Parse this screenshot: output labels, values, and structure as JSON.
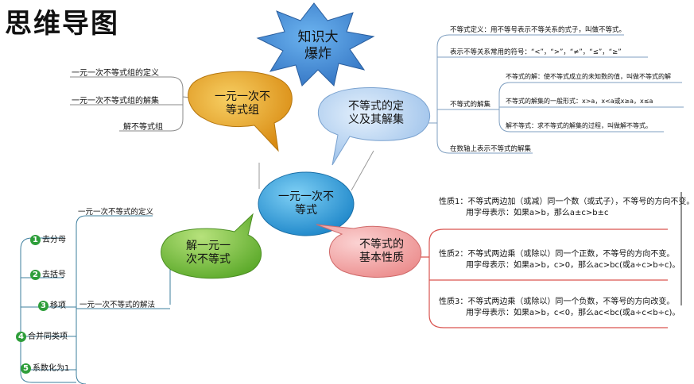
{
  "title": "思维导图",
  "burst": "知识大\n爆炸",
  "center": "一元一次不\n等式",
  "nodes": {
    "system": "一元一次不\n等式组",
    "definition": "不等式的定\n义及其解集",
    "solve": "解一元一\n次不等式",
    "properties": "不等式的\n基本性质"
  },
  "system_branches": [
    "一元一次不等式组的定义",
    "一元一次不等式组的解集",
    "解不等式组"
  ],
  "definition_branches": {
    "def": "不等式定义：用不等号表示不等关系的式子，叫做不等式。",
    "symbols": "表示不等关系常用的符号：“<”，“>”，“≠”，“≤”，“≥”",
    "solution_set": "不等式的解集",
    "sub": [
      "不等式的解：使不等式成立的未知数的值，叫做不等式的解",
      "不等式的解集的一般形式：x>a，x<a或x≥a，x≤a",
      "解不等式：求不等式的解集的过程，叫做解不等式。"
    ],
    "numberline": "在数轴上表示不等式的解集"
  },
  "solve_branches": {
    "definition": "一元一次不等式的定义",
    "method": "一元一次不等式的解法",
    "steps": [
      {
        "n": "1",
        "label": "去分母",
        "color": "#2e9e3a"
      },
      {
        "n": "2",
        "label": "去括号",
        "color": "#2e9e3a"
      },
      {
        "n": "3",
        "label": "移项",
        "color": "#2e9e3a"
      },
      {
        "n": "4",
        "label": "合并同类项",
        "color": "#2e9e3a"
      },
      {
        "n": "5",
        "label": "系数化为1",
        "color": "#2e9e3a"
      }
    ]
  },
  "properties_branches": [
    {
      "l1": "性质1：不等式两边加（或减）同一个数（或式子），不等号的方向不变。",
      "l2": "用字母表示：如果a>b，那么a±c>b±c"
    },
    {
      "l1": "性质2：不等式两边乘（或除以）同一个正数，不等号的方向不变。",
      "l2": "用字母表示：如果a>b，c>0，那么ac>bc(或a÷c>b÷c)。"
    },
    {
      "l1": "性质3：不等式两边乘（或除以）同一个负数，不等号的方向改变。",
      "l2": "用字母表示：如果a>b，c<0，那么ac<bc(或a÷c<b÷c)。"
    }
  ],
  "colors": {
    "burst": "#3f7fc9",
    "center": "#2f9ad6",
    "system": "#e8a11c",
    "definition": "#aecdf0",
    "solve": "#79c043",
    "properties": "#f4a7a7",
    "line_blue": "#6a90b8",
    "line_red": "#d9534f"
  }
}
